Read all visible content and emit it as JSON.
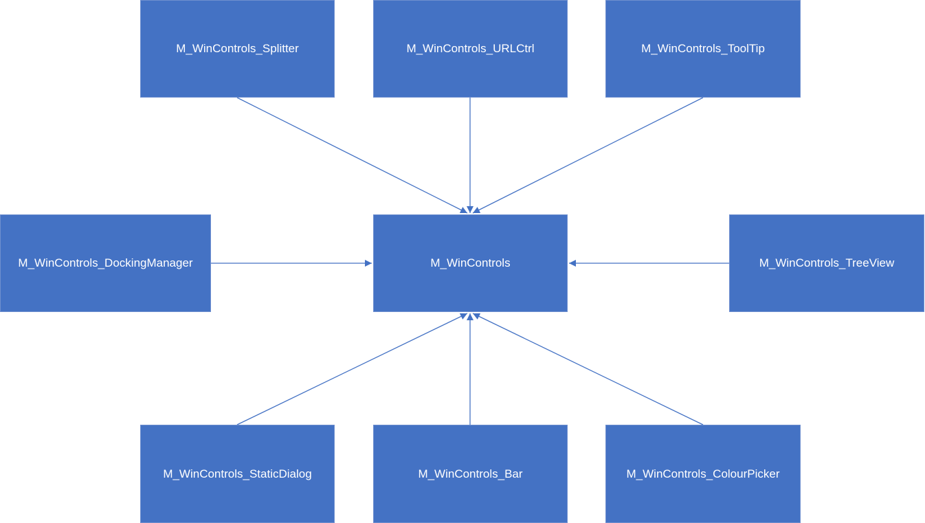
{
  "diagram": {
    "colors": {
      "node_fill": "#4472c4",
      "node_text": "#ffffff",
      "connector": "#4472c4"
    },
    "center": {
      "label": "M_WinControls"
    },
    "nodes": {
      "splitter": {
        "label": "M_WinControls_Splitter"
      },
      "urlctrl": {
        "label": "M_WinControls_URLCtrl"
      },
      "tooltip": {
        "label": "M_WinControls_ToolTip"
      },
      "docking": {
        "label": "M_WinControls_DockingManager"
      },
      "treeview": {
        "label": "M_WinControls_TreeView"
      },
      "static_dialog": {
        "label": "M_WinControls_StaticDialog"
      },
      "bar": {
        "label": "M_WinControls_Bar"
      },
      "colour_picker": {
        "label": "M_WinControls_ColourPicker"
      }
    },
    "edges": [
      {
        "from": "M_WinControls_Splitter",
        "to": "M_WinControls"
      },
      {
        "from": "M_WinControls_URLCtrl",
        "to": "M_WinControls"
      },
      {
        "from": "M_WinControls_ToolTip",
        "to": "M_WinControls"
      },
      {
        "from": "M_WinControls_DockingManager",
        "to": "M_WinControls"
      },
      {
        "from": "M_WinControls_TreeView",
        "to": "M_WinControls"
      },
      {
        "from": "M_WinControls_StaticDialog",
        "to": "M_WinControls"
      },
      {
        "from": "M_WinControls_Bar",
        "to": "M_WinControls"
      },
      {
        "from": "M_WinControls_ColourPicker",
        "to": "M_WinControls"
      }
    ]
  }
}
